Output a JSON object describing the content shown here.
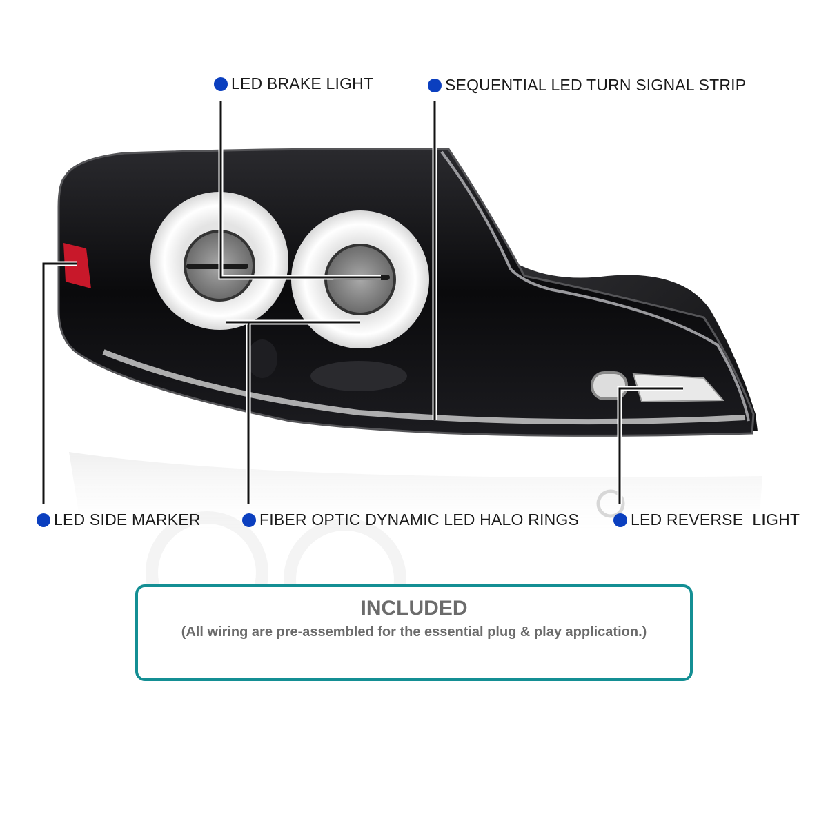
{
  "callouts": {
    "brake_light": "LED BRAKE LIGHT",
    "turn_signal": "SEQUENTIAL LED TURN SIGNAL STRIP",
    "side_marker": "LED SIDE MARKER",
    "halo_rings": "FIBER OPTIC DYNAMIC LED HALO RINGS",
    "reverse_light": "LED REVERSE  LIGHT"
  },
  "included": {
    "title": "INCLUDED",
    "subtitle": "(All wiring are pre-assembled for the essential plug & play application.)"
  },
  "colors": {
    "marker_dot": "#0b3fbf",
    "box_border": "#148f94",
    "housing": "#0d0d0f",
    "side_marker_red": "#c8182a"
  }
}
